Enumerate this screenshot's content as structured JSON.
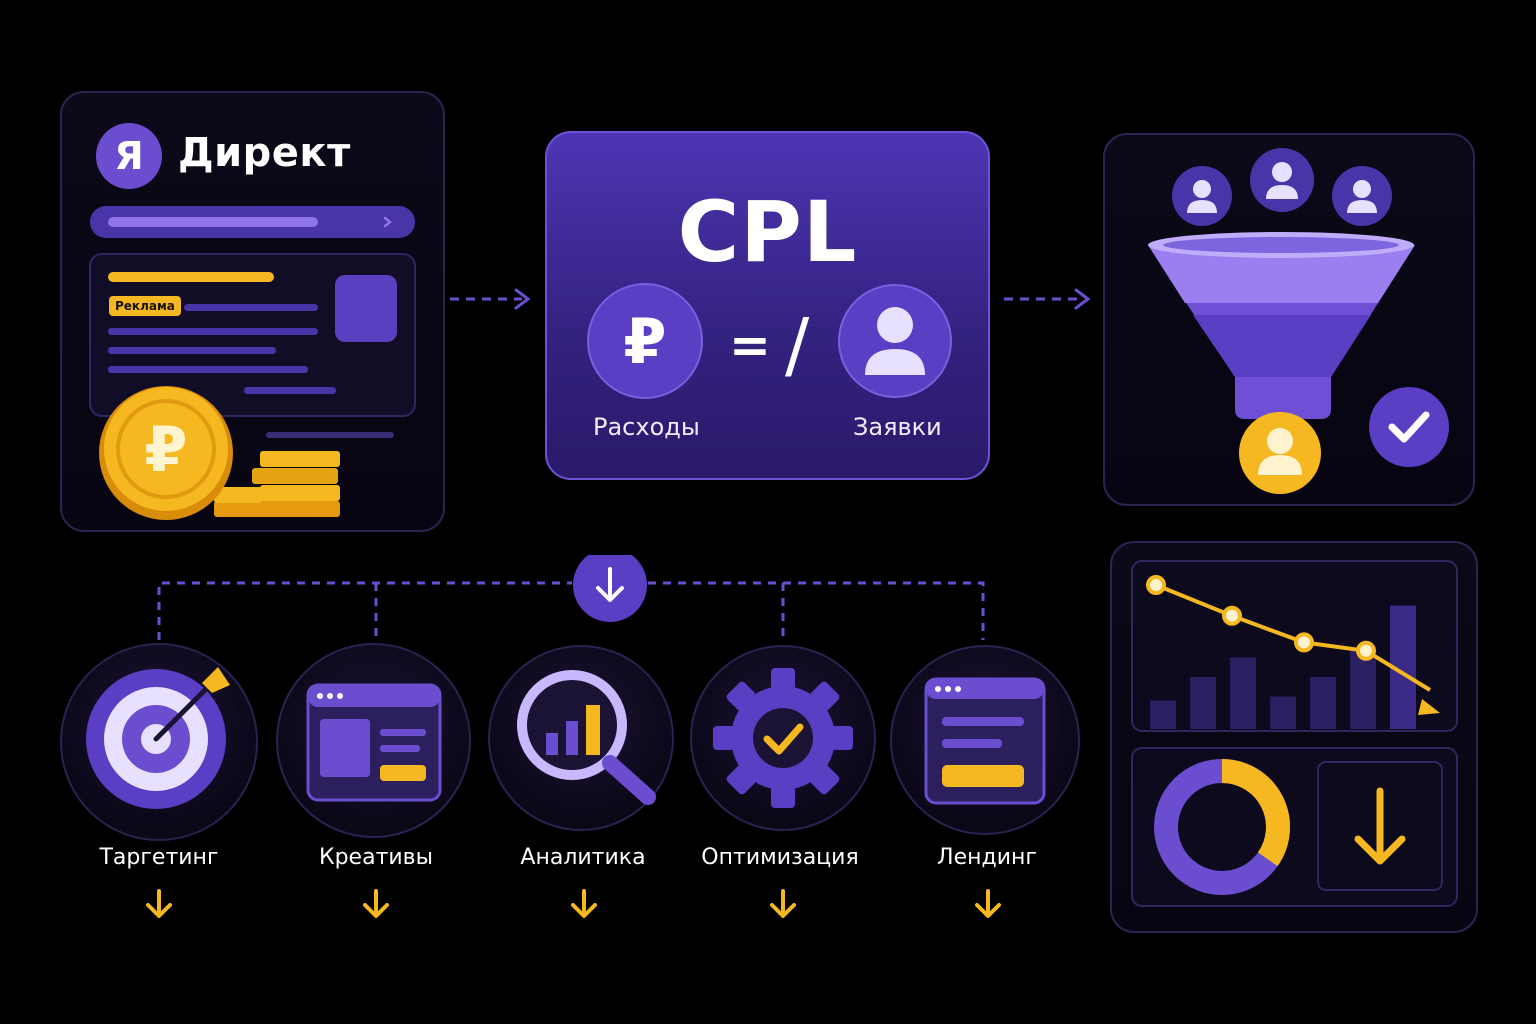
{
  "direct_card": {
    "logo_letter": "Я",
    "brand": "Директ",
    "ad_badge": "Реклама",
    "icon": "ruble-coin-icon"
  },
  "cpl": {
    "title": "CPL",
    "equals": "=",
    "divide": "/",
    "expenses_label": "Расходы",
    "leads_label": "Заявки",
    "expenses_icon": "ruble-icon",
    "leads_icon": "user-icon"
  },
  "funnel_card": {
    "icons": [
      "user-icon",
      "user-icon",
      "user-icon",
      "funnel-icon",
      "user-icon",
      "check-icon"
    ]
  },
  "categories": [
    {
      "label": "Таргетинг",
      "icon": "target-icon"
    },
    {
      "label": "Креативы",
      "icon": "creative-window-icon"
    },
    {
      "label": "Аналитика",
      "icon": "magnifier-chart-icon"
    },
    {
      "label": "Оптимизация",
      "icon": "gear-check-icon"
    },
    {
      "label": "Лендинг",
      "icon": "landing-page-icon"
    }
  ],
  "stats_card": {
    "line_trend": "down",
    "bars": [
      0.22,
      0.4,
      0.55,
      0.25,
      0.4,
      0.6,
      0.95
    ],
    "line_points": [
      0.9,
      0.68,
      0.49,
      0.43,
      0.15
    ],
    "donut_share": 0.7
  },
  "colors": {
    "background": "#000000",
    "purple": "#6b4ed0",
    "purple_light": "#9f82f0",
    "purple_dark": "#33217e",
    "yellow": "#f5b820",
    "panel_border": "#2c2450"
  }
}
